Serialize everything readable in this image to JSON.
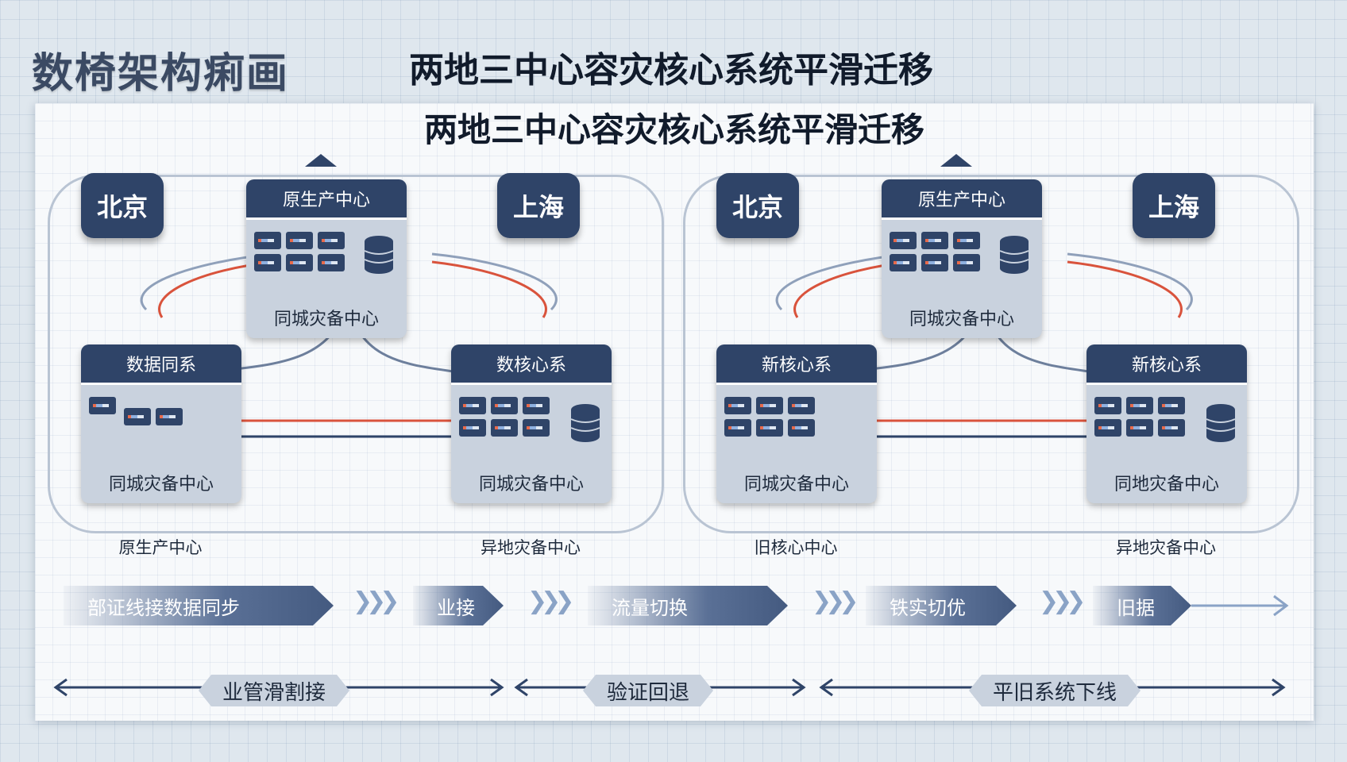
{
  "brand": "数椅架构痢画",
  "top_title": "两地三中心容灾核心系统平滑迁移",
  "card_title": "两地三中心容灾核心系统平滑迁移",
  "panels": [
    {
      "city_left": "北京",
      "city_right": "上海",
      "top_node": {
        "head": "原生产中心",
        "foot": "同城灾备中心"
      },
      "left_node": {
        "head": "数据同系",
        "foot": "同城灾备中心"
      },
      "right_node": {
        "head": "数核心系",
        "foot": "同城灾备中心"
      },
      "left_sub": "原生产中心",
      "right_sub": "异地灾备中心"
    },
    {
      "city_left": "北京",
      "city_right": "上海",
      "top_node": {
        "head": "原生产中心",
        "foot": "同城灾备中心"
      },
      "left_node": {
        "head": "新核心系",
        "foot": "同城灾备中心"
      },
      "right_node": {
        "head": "新核心系",
        "foot": "同地灾备中心"
      },
      "left_sub": "旧核心中心",
      "right_sub": "异地灾备中心"
    }
  ],
  "steps": [
    "部证线接数据同步",
    "业接",
    "流量切换",
    "铁实切优",
    "旧据"
  ],
  "phases": [
    "业管滑割接",
    "验证回退",
    "平旧系统下线"
  ],
  "colors": {
    "navy": "#2f4468",
    "red": "#d9533c",
    "frame": "#b9c4d3"
  }
}
